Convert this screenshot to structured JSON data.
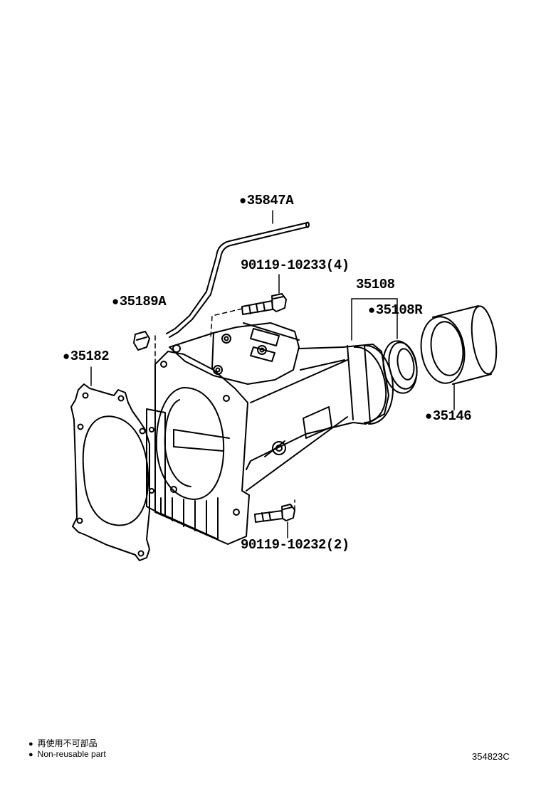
{
  "parts": {
    "p35847A": {
      "marker": "●",
      "code": "35847A"
    },
    "p90119_10233": {
      "marker": "",
      "code": "90119-10233(4)"
    },
    "p35108": {
      "marker": "",
      "code": "35108"
    },
    "p35189A": {
      "marker": "●",
      "code": "35189A"
    },
    "p35108R": {
      "marker": "●",
      "code": "35108R"
    },
    "p35182": {
      "marker": "●",
      "code": "35182"
    },
    "p35146": {
      "marker": "●",
      "code": "35146"
    },
    "p90119_10232": {
      "marker": "",
      "code": "90119-10232(2)"
    }
  },
  "legend": {
    "marker": "●",
    "line_jp": "再使用不可部品",
    "line_en": "Non-reusable part"
  },
  "figure_code": "354823C"
}
